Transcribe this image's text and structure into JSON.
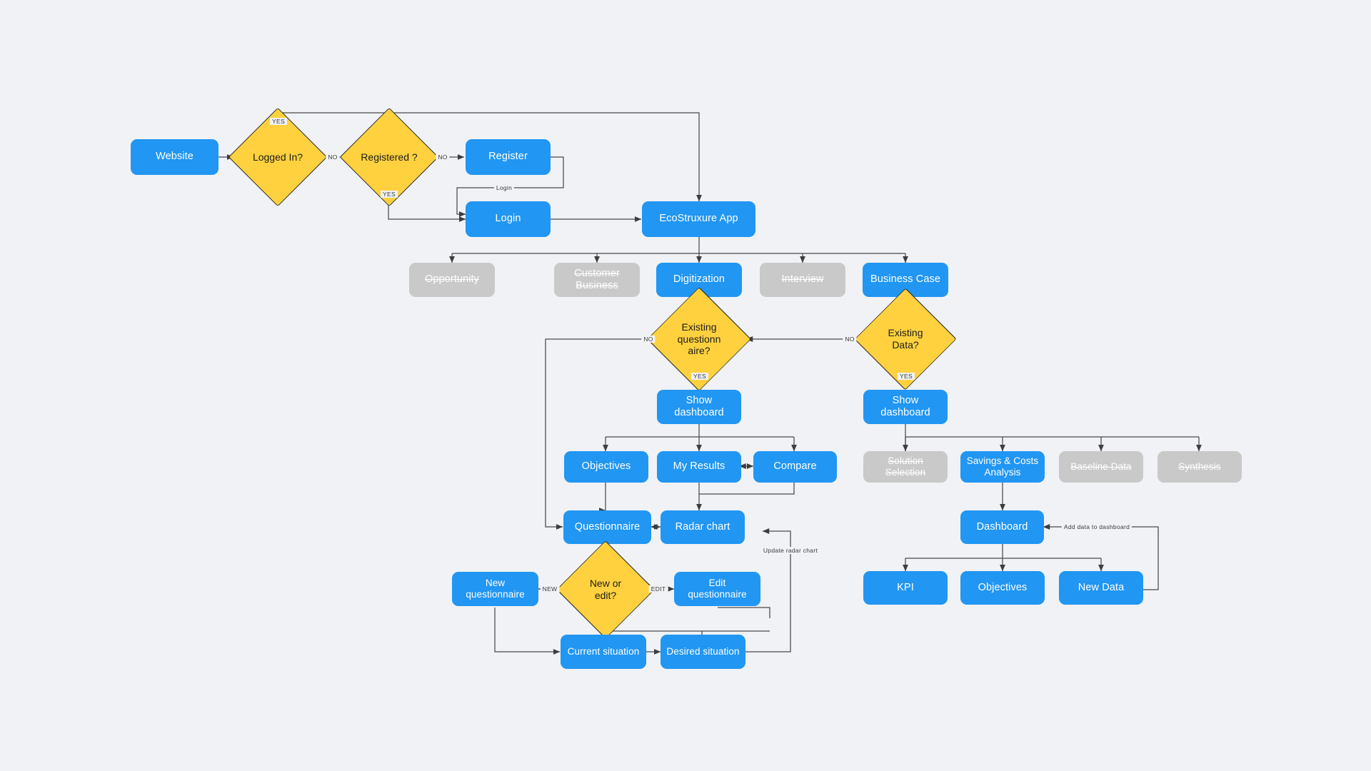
{
  "diagram": {
    "title": "EcoStruxure App user flow",
    "background_color": "#f0f2f5",
    "colors": {
      "node_blue": "#2196f3",
      "node_gray": "#c9c9c9",
      "decision_yellow": "#ffd13e",
      "decision_border": "#2b2b2b",
      "edge": "#4a4a4a",
      "node_text": "#ffffff",
      "decision_text": "#1d1d1d",
      "edge_label_text": "#3a3a3a"
    }
  },
  "nodes": {
    "website": "Website",
    "register": "Register",
    "login": "Login",
    "ecostruxure_app": "EcoStruxure App",
    "opportunity": "Opportunity",
    "customer_business": "Customer Business",
    "digitization": "Digitization",
    "interview": "Interview",
    "business_case": "Business Case",
    "show_dashboard_left": "Show dashboard",
    "show_dashboard_right": "Show dashboard",
    "objectives": "Objectives",
    "my_results": "My Results",
    "compare": "Compare",
    "solution_selection": "Solution Selection",
    "savings_costs_analysis": "Savings & Costs Analysis",
    "baseline_data": "Baseline Data",
    "synthesis": "Synthesis",
    "questionnaire": "Questionnaire",
    "radar_chart": "Radar chart",
    "dashboard": "Dashboard",
    "new_questionnaire": "New questionnaire",
    "edit_questionnaire": "Edit questionnaire",
    "current_situation": "Current situation",
    "desired_situation": "Desired situation",
    "kpi": "KPI",
    "objectives_right": "Objectives",
    "new_data": "New Data"
  },
  "decisions": {
    "logged_in": "Logged In?",
    "registered": "Registered ?",
    "existing_questionnaire": "Existing questionn aire?",
    "existing_data": "Existing Data?",
    "new_or_edit": "New or edit?"
  },
  "edge_labels": {
    "logged_in_yes": "YES",
    "logged_in_no": "NO",
    "registered_no": "NO",
    "registered_yes": "YES",
    "register_login": "Login",
    "existing_q_no": "NO",
    "existing_q_yes": "YES",
    "existing_data_no": "NO",
    "existing_data_yes": "YES",
    "new_or_edit_new": "NEW",
    "new_or_edit_edit": "EDIT",
    "update_radar_chart": "Update radar chart",
    "add_data_to_dashboard": "Add data to dashboard"
  }
}
